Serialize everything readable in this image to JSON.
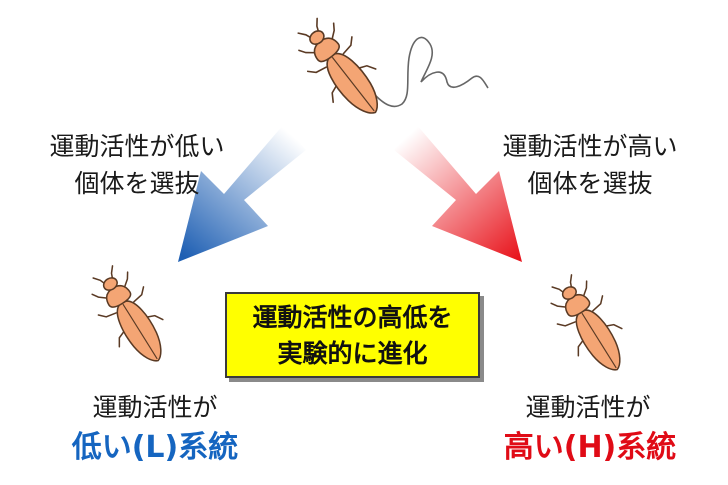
{
  "selection": {
    "low": [
      "運動活性が低い",
      "個体を選抜"
    ],
    "high": [
      "運動活性が高い",
      "個体を選抜"
    ]
  },
  "center_box": [
    "運動活性の高低を",
    "実験的に進化"
  ],
  "lines": {
    "low": {
      "label": "運動活性が",
      "name": "低い(L)系統",
      "color": "#1565c0"
    },
    "high": {
      "label": "運動活性が",
      "name": "高い(H)系統",
      "color": "#e00b16"
    }
  },
  "colors": {
    "beetle_body": "#f4a574",
    "beetle_outline": "#5a3a24",
    "arrow_low": "#1e5fb3",
    "arrow_high": "#e8141c",
    "box_fill": "#ffff00"
  },
  "icons": [
    "beetle-icon-top",
    "beetle-icon-left",
    "beetle-icon-right",
    "arrow-down-left-icon",
    "arrow-down-right-icon"
  ]
}
